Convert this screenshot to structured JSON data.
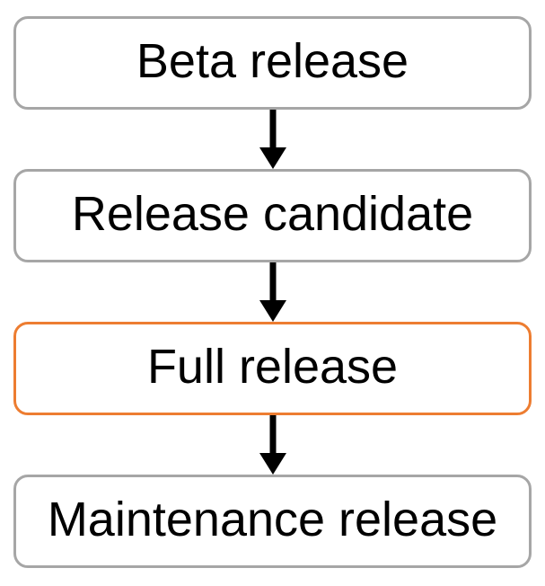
{
  "diagram": {
    "type": "flowchart-vertical",
    "nodes": [
      {
        "label": "Beta release",
        "highlighted": false
      },
      {
        "label": "Release candidate",
        "highlighted": false
      },
      {
        "label": "Full release",
        "highlighted": true
      },
      {
        "label": "Maintenance release",
        "highlighted": false
      }
    ],
    "edges": [
      {
        "from": "Beta release",
        "to": "Release candidate"
      },
      {
        "from": "Release candidate",
        "to": "Full release"
      },
      {
        "from": "Full release",
        "to": "Maintenance release"
      }
    ],
    "colors": {
      "box_border_default": "#a6a6a6",
      "box_border_highlight": "#ed7d31",
      "box_fill": "#ffffff",
      "arrow": "#000000",
      "text": "#000000",
      "background": "#ffffff"
    }
  }
}
